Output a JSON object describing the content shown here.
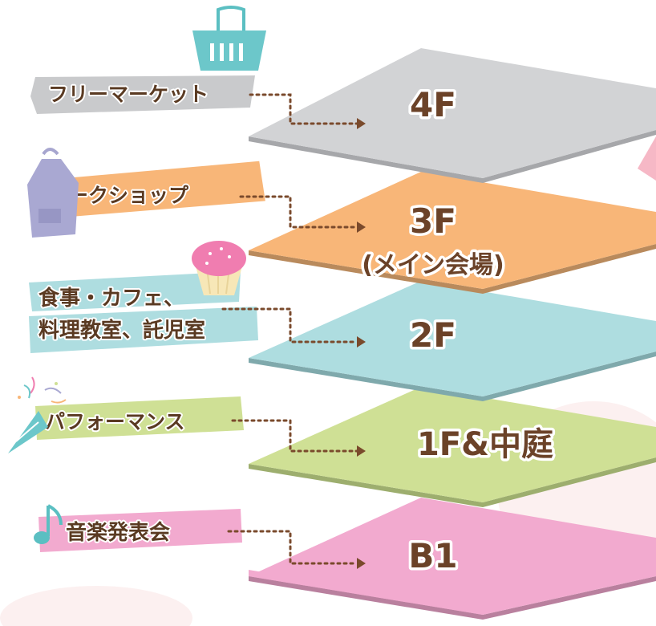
{
  "floors": [
    {
      "id": "4f",
      "label": "4F",
      "sublabel": "",
      "color": "#d2d3d5",
      "side": "#a6a7aa"
    },
    {
      "id": "3f",
      "label": "3F",
      "sublabel": "(メイン会場)",
      "color": "#f8b678",
      "side": "#b98a5c"
    },
    {
      "id": "2f",
      "label": "2F",
      "sublabel": "",
      "color": "#aedde0",
      "side": "#7fa9ac"
    },
    {
      "id": "1f",
      "label": "1F&中庭",
      "sublabel": "",
      "color": "#cfe095",
      "side": "#9dae6e"
    },
    {
      "id": "b1",
      "label": "B1",
      "sublabel": "",
      "color": "#f2aacf",
      "side": "#b9809e"
    }
  ],
  "activities": [
    {
      "id": "flea-market",
      "lines": [
        "フリーマーケット"
      ],
      "tape_color": "#c9cacc",
      "icon": "basket-icon"
    },
    {
      "id": "workshop",
      "lines": [
        "ワークショップ"
      ],
      "tape_color": "#f8b678",
      "icon": "apron-icon"
    },
    {
      "id": "food",
      "lines": [
        "食事・カフェ、",
        "料理教室、託児室"
      ],
      "tape_color": "#aedde0",
      "icon": "cupcake-icon"
    },
    {
      "id": "performance",
      "lines": [
        "パフォーマンス"
      ],
      "tape_color": "#cfe095",
      "icon": "party-popper-icon"
    },
    {
      "id": "concert",
      "lines": [
        "音楽発表会"
      ],
      "tape_color": "#f2aacf",
      "icon": "music-note-icon"
    }
  ],
  "colors": {
    "text": "#6b4228",
    "connector": "#7a4a2c"
  }
}
